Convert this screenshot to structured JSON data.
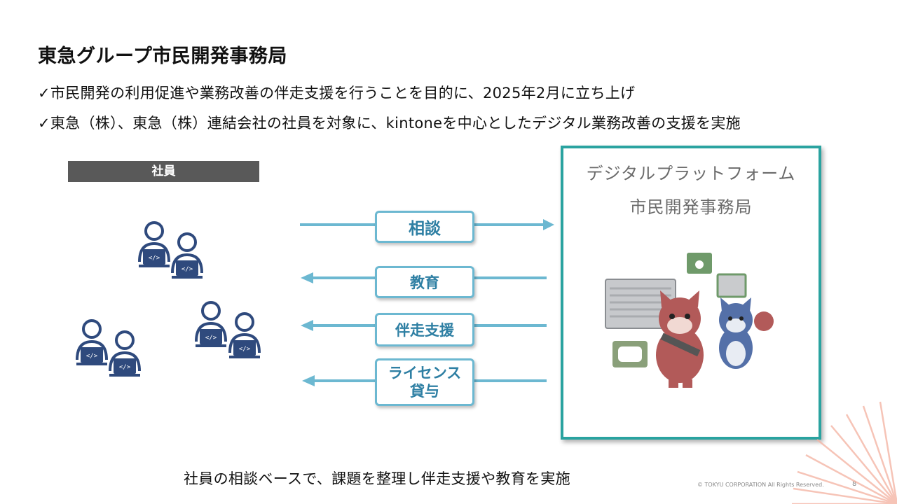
{
  "title": "東急グループ市民開発事務局",
  "bullets": [
    "✓市民開発の利用促進や業務改善の伴走支援を行うことを目的に、2025年2月に立ち上げ",
    "✓東急（株）、東急（株）連結会社の社員を対象に、kintoneを中心としたデジタル業務改善の支援を実施"
  ],
  "employees_label": "社員",
  "flows": {
    "consult": "相談",
    "education": "教育",
    "support": "伴走支援",
    "license_line1": "ライセンス",
    "license_line2": "貸与"
  },
  "platform": {
    "line1": "デジタルプラットフォーム",
    "line2": "市民開発事務局"
  },
  "footer": "社員の相談ベースで、課題を整理し伴走支援や教育を実施",
  "copyright": "© TOKYU CORPORATION All Rights Reserved.",
  "page_number": "8",
  "colors": {
    "arrow": "#6cb8d1",
    "label_text": "#2e7fa3",
    "platform_border": "#2aa3a0",
    "person": "#2f4a7d"
  },
  "icons": [
    "person-laptop-icon",
    "cat-mascot-illustration"
  ]
}
